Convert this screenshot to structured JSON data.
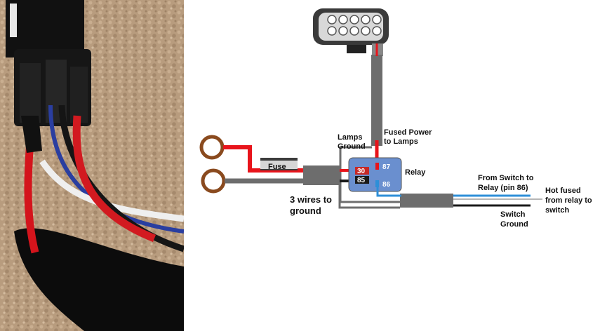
{
  "photo": {
    "subject": "relay-harness-photo"
  },
  "diagram": {
    "labels": {
      "lamps_ground": [
        "Lamps",
        "Ground"
      ],
      "fused_power": [
        "Fused Power",
        "to Lamps"
      ],
      "relay": "Relay",
      "fuse": "Fuse",
      "three_wires": [
        "3 wires to",
        "ground"
      ],
      "from_switch": [
        "From Switch to",
        "Relay (pin 86)"
      ],
      "hot_fused": [
        "Hot fused",
        "from relay to",
        "switch"
      ],
      "switch_ground": [
        "Switch",
        "Ground"
      ]
    },
    "pins": {
      "p87": "87",
      "p86": "86",
      "p30": "30",
      "p85": "85"
    },
    "colors": {
      "wire_red": "#e8141b",
      "wire_black": "#1a1a1a",
      "wire_gray": "#6d6d6d",
      "wire_blue": "#2e8fd8",
      "relay_blue": "#6a8fcf",
      "terminal_ring": "#8a4a1e",
      "carpet": "#b79a7c"
    }
  }
}
